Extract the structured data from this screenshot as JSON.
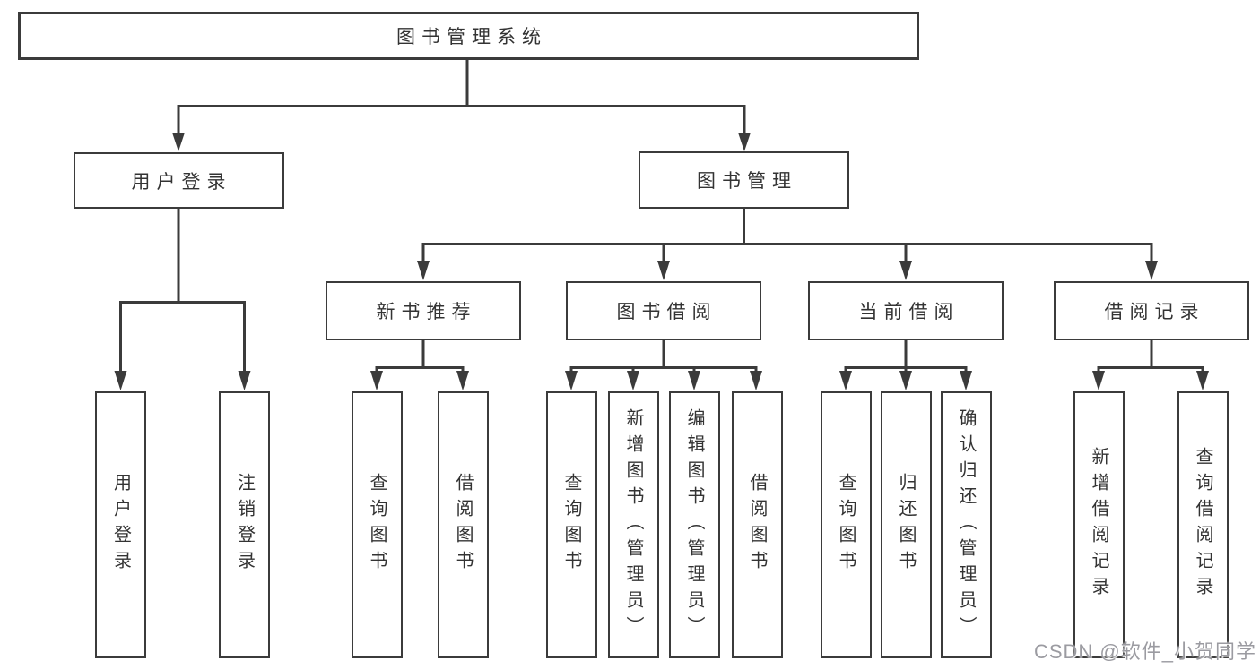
{
  "title": {
    "label": "图书管理系统"
  },
  "branches": [
    {
      "label": "用户登录"
    },
    {
      "label": "图书管理"
    }
  ],
  "modules": [
    {
      "label": "新书推荐"
    },
    {
      "label": "图书借阅"
    },
    {
      "label": "当前借阅"
    },
    {
      "label": "借阅记录"
    }
  ],
  "functions": [
    {
      "label": "用户登录"
    },
    {
      "label": "注销登录"
    },
    {
      "label": "查询图书"
    },
    {
      "label": "借阅图书"
    },
    {
      "label": "查询图书"
    },
    {
      "label": "新增图书（管理员）"
    },
    {
      "label": "编辑图书（管理员）"
    },
    {
      "label": "借阅图书"
    },
    {
      "label": "查询图书"
    },
    {
      "label": "归还图书"
    },
    {
      "label": "确认归还（管理员）"
    },
    {
      "label": "新增借阅记录"
    },
    {
      "label": "查询借阅记录"
    }
  ],
  "watermark": {
    "text": "CSDN @软件_小贺同学"
  },
  "colors": {
    "line": "#3b3b3b",
    "text": "#333333",
    "watermark": "#9b9ba1",
    "background": "#ffffff"
  }
}
